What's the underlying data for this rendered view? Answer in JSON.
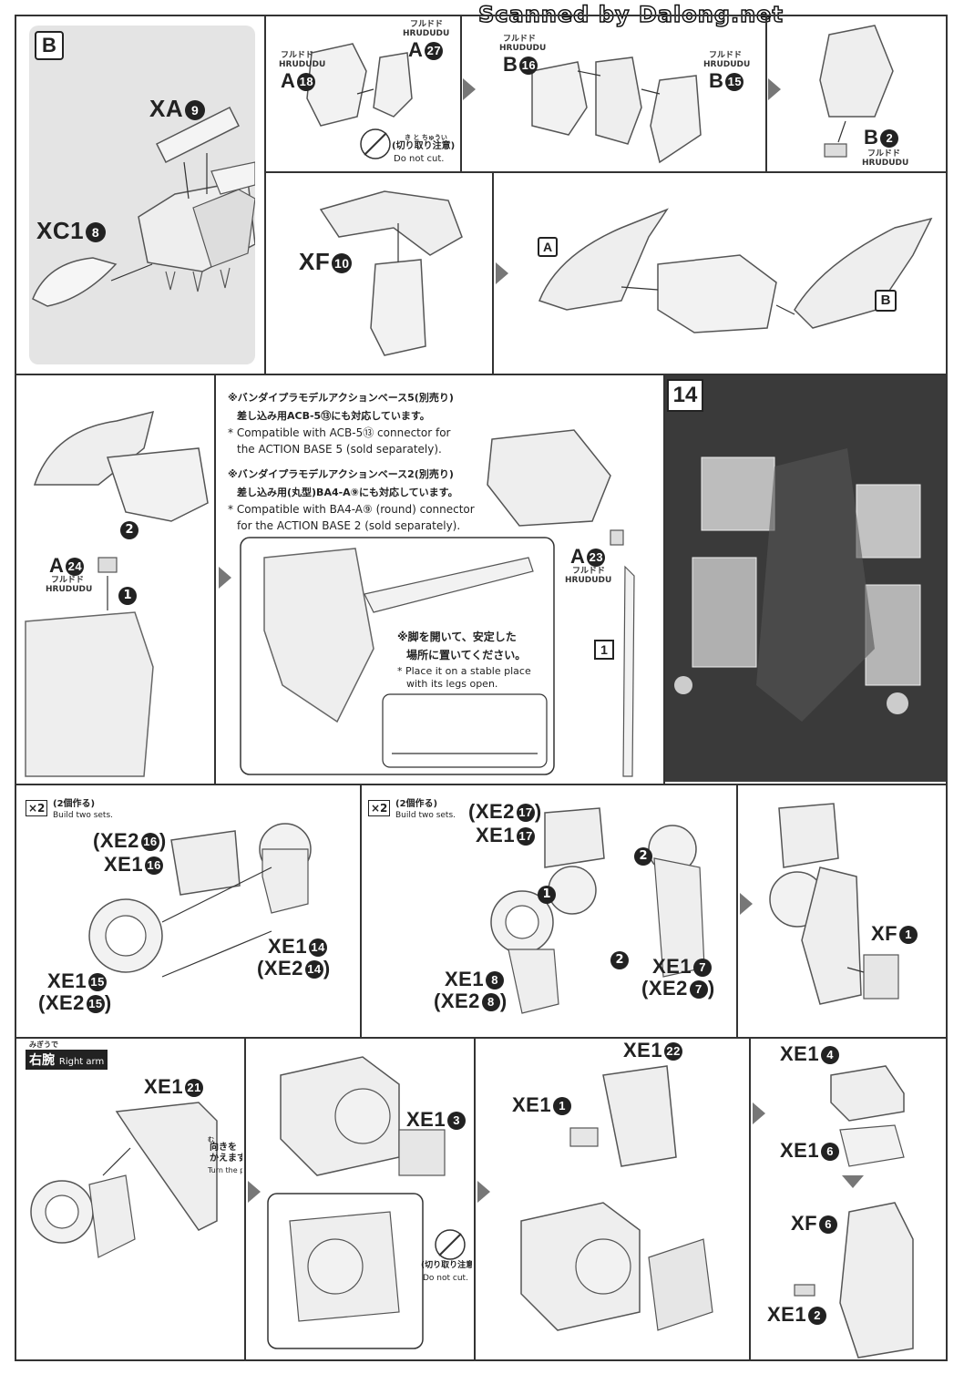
{
  "watermark": "Scanned by Dalong.net",
  "section_b": {
    "tag": "B",
    "part_top": "XA",
    "part_top_num": "9",
    "part_left": "XC1",
    "part_left_num": "8"
  },
  "row1": {
    "p1": {
      "ruby": "フルドド",
      "sub": "HRUDUDU",
      "name": "A",
      "num": "18"
    },
    "p2": {
      "ruby": "フルドド",
      "sub": "HRUDUDU",
      "name": "A",
      "num": "27"
    },
    "caution_ruby": "き  と  ちゅうい",
    "caution_jp": "(切り取り注意)",
    "caution_en": "Do not cut.",
    "p3": {
      "ruby": "フルドド",
      "sub": "HRUDUDU",
      "name": "B",
      "num": "16"
    },
    "p4": {
      "ruby": "フルドド",
      "sub": "HRUDUDU",
      "name": "B",
      "num": "15"
    },
    "p5": {
      "name": "B",
      "num": "2",
      "ruby": "フルドド",
      "sub": "HRUDUDU"
    }
  },
  "row2": {
    "part": "XF",
    "num": "10",
    "tag_a": "A",
    "tag_b": "B"
  },
  "row3": {
    "note1_jp": "※バンダイプラモデルアクションベース5(別売り)",
    "note1_jp2": "差し込み用ACB-5⑬にも対応しています。",
    "note1_en": "* Compatible with ACB-5⑬ connector for",
    "note1_en2": "the ACTION BASE 5 (sold separately).",
    "note2_jp": "※バンダイプラモデルアクションベース2(別売り)",
    "note2_jp2": "差し込み用(丸型)BA4-A⑨にも対応しています。",
    "note2_en": "* Compatible with BA4-A⑨ (round) connector",
    "note2_en2": "for the ACTION BASE 2 (sold separately).",
    "a24": {
      "name": "A",
      "num": "24",
      "ruby": "フルドド",
      "sub": "HRUDUDU"
    },
    "a23": {
      "name": "A",
      "num": "23",
      "ruby": "フルドド",
      "sub": "HRUDUDU"
    },
    "step1": "1",
    "step2": "2",
    "stand_jp": "※脚を開いて、安定した",
    "stand_jp2": "場所に置いてください。",
    "stand_en": "* Place it on a stable place",
    "stand_en2": "with its legs open.",
    "box1": "1",
    "step14": "14"
  },
  "row4": {
    "x2_a": {
      "badge": "×2",
      "jp": "(2個作る)",
      "en": "Build two sets."
    },
    "x2_b": {
      "badge": "×2",
      "jp": "(2個作る)",
      "en": "Build two sets."
    },
    "l_xe2_16": "(XE2",
    "n16": "16",
    "l_xe1_16": "XE1",
    "l_xe1_14": "XE1",
    "n14": "14",
    "l_xe2_14": "(XE2",
    "l_xe1_15": "XE1",
    "n15": "15",
    "l_xe2_15": "(XE2",
    "l_xe2_17": "(XE2",
    "n17": "17",
    "l_xe1_17": "XE1",
    "l_xe1_8": "XE1",
    "n8": "8",
    "l_xe2_8": "(XE2",
    "l_xe1_7": "XE1",
    "n7": "7",
    "l_xe2_7": "(XE2",
    "l_xf1": "XF",
    "n1": "1",
    "close": ")"
  },
  "row5": {
    "header_ruby": "みぎうで",
    "header_jp": "右腕",
    "header_en": "Right arm",
    "xe1_21": {
      "name": "XE1",
      "num": "21"
    },
    "turn_ruby": "む",
    "turn_jp": "向きを",
    "turn_jp2": "かえます。",
    "turn_en": "Turn the parts.",
    "xe1_3": {
      "name": "XE1",
      "num": "3"
    },
    "caution_jp": "(切り取り注意)",
    "caution_en": "Do not cut.",
    "xe1_22": {
      "name": "XE1",
      "num": "22"
    },
    "xe1_1": {
      "name": "XE1",
      "num": "1"
    },
    "xe1_4": {
      "name": "XE1",
      "num": "4"
    },
    "xe1_6": {
      "name": "XE1",
      "num": "6"
    },
    "xf_6": {
      "name": "XF",
      "num": "6"
    },
    "xe1_2": {
      "name": "XE1",
      "num": "2"
    }
  }
}
